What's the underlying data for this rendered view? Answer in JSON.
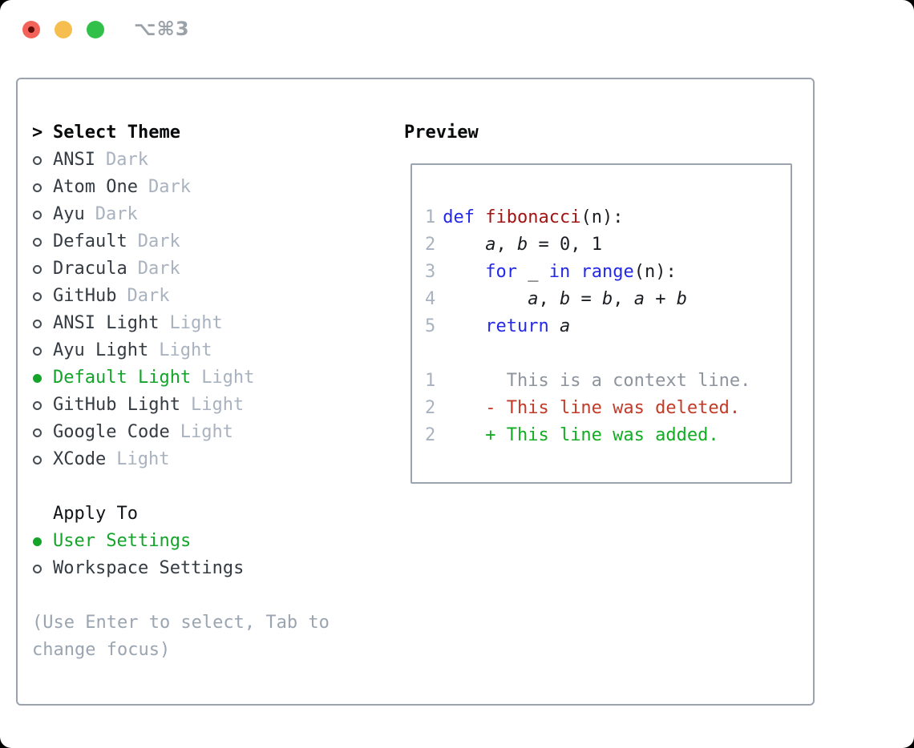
{
  "window": {
    "title": "⌥⌘3"
  },
  "colors": {
    "accent_green": "#14a42a",
    "keyword_blue": "#2429e8",
    "function_red": "#a21414",
    "deleted_red": "#c23a28",
    "added_green": "#12ad22",
    "muted_gray": "#a9b2bf"
  },
  "themes": {
    "header": "Select Theme",
    "prompt": ">",
    "items": [
      {
        "label": "ANSI",
        "tag": "Dark",
        "selected": false
      },
      {
        "label": "Atom One",
        "tag": "Dark",
        "selected": false
      },
      {
        "label": "Ayu",
        "tag": "Dark",
        "selected": false
      },
      {
        "label": "Default",
        "tag": "Dark",
        "selected": false
      },
      {
        "label": "Dracula",
        "tag": "Dark",
        "selected": false
      },
      {
        "label": "GitHub",
        "tag": "Dark",
        "selected": false
      },
      {
        "label": "ANSI Light",
        "tag": "Light",
        "selected": false
      },
      {
        "label": "Ayu Light",
        "tag": "Light",
        "selected": false
      },
      {
        "label": "Default Light",
        "tag": "Light",
        "selected": true
      },
      {
        "label": "GitHub Light",
        "tag": "Light",
        "selected": false
      },
      {
        "label": "Google Code",
        "tag": "Light",
        "selected": false
      },
      {
        "label": "XCode",
        "tag": "Light",
        "selected": false
      }
    ]
  },
  "apply_to": {
    "header": "Apply To",
    "items": [
      {
        "label": "User Settings",
        "selected": true
      },
      {
        "label": "Workspace Settings",
        "selected": false
      }
    ]
  },
  "help": {
    "line1": "(Use Enter to select, Tab to",
    "line2": "change focus)"
  },
  "preview": {
    "header": "Preview",
    "lines": [
      {
        "num": "1",
        "segments": [
          {
            "t": "def ",
            "c": "kw"
          },
          {
            "t": "fibonacci",
            "c": "fn"
          },
          {
            "t": "(n):",
            "c": "pl"
          }
        ]
      },
      {
        "num": "2",
        "segments": [
          {
            "t": "    ",
            "c": "pl"
          },
          {
            "t": "a",
            "c": "var"
          },
          {
            "t": ", ",
            "c": "pl"
          },
          {
            "t": "b",
            "c": "var"
          },
          {
            "t": " = 0, 1",
            "c": "pl"
          }
        ]
      },
      {
        "num": "3",
        "segments": [
          {
            "t": "    ",
            "c": "pl"
          },
          {
            "t": "for",
            "c": "kw"
          },
          {
            "t": " _ ",
            "c": "pl"
          },
          {
            "t": "in",
            "c": "kw"
          },
          {
            "t": " ",
            "c": "pl"
          },
          {
            "t": "range",
            "c": "kw"
          },
          {
            "t": "(n):",
            "c": "pl"
          }
        ]
      },
      {
        "num": "4",
        "segments": [
          {
            "t": "        ",
            "c": "pl"
          },
          {
            "t": "a",
            "c": "var"
          },
          {
            "t": ", ",
            "c": "pl"
          },
          {
            "t": "b",
            "c": "var"
          },
          {
            "t": " = ",
            "c": "pl"
          },
          {
            "t": "b",
            "c": "var"
          },
          {
            "t": ", ",
            "c": "pl"
          },
          {
            "t": "a",
            "c": "var"
          },
          {
            "t": " + ",
            "c": "pl"
          },
          {
            "t": "b",
            "c": "var"
          }
        ]
      },
      {
        "num": "5",
        "segments": [
          {
            "t": "    ",
            "c": "pl"
          },
          {
            "t": "return",
            "c": "kw"
          },
          {
            "t": " ",
            "c": "pl"
          },
          {
            "t": "a",
            "c": "var"
          }
        ]
      },
      {
        "num": "",
        "segments": []
      },
      {
        "num": "1",
        "segments": [
          {
            "t": "      This is a context line.",
            "c": "ctx"
          }
        ]
      },
      {
        "num": "2",
        "segments": [
          {
            "t": "    - This line was deleted.",
            "c": "del"
          }
        ]
      },
      {
        "num": "2",
        "segments": [
          {
            "t": "    + This line was added.",
            "c": "add"
          }
        ]
      }
    ]
  }
}
